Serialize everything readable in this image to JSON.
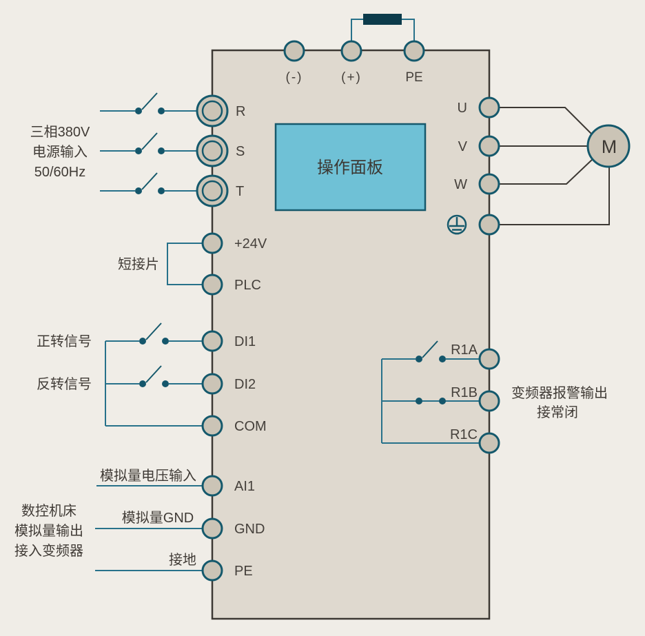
{
  "labels": {
    "power_input": {
      "line1": "三相380V",
      "line2": "电源输入",
      "line3": "50/60Hz"
    },
    "terminals_input": {
      "r": "R",
      "s": "S",
      "t": "T"
    },
    "terminals_dc": {
      "minus": "(-)",
      "plus": "(+)",
      "pe": "PE"
    },
    "panel": "操作面板",
    "jumper": "短接片",
    "terminals_control": {
      "p24v": "+24V",
      "plc": "PLC",
      "di1": "DI1",
      "di2": "DI2",
      "com": "COM"
    },
    "forward": "正转信号",
    "reverse": "反转信号",
    "terminals_analog": {
      "ai1": "AI1",
      "gnd": "GND",
      "pe": "PE"
    },
    "analog_ai1_note": "模拟量电压输入",
    "analog_gnd_note": "模拟量GND",
    "earth_note": "接地",
    "cnc_note": {
      "line1": "数控机床",
      "line2": "模拟量输出",
      "line3": "接入变频器"
    },
    "terminals_output": {
      "u": "U",
      "v": "V",
      "w": "W"
    },
    "motor": "M",
    "terminals_relay": {
      "r1a": "R1A",
      "r1b": "R1B",
      "r1c": "R1C"
    },
    "relay_note": {
      "line1": "变频器报警输出",
      "line2": "接常闭"
    }
  },
  "colors": {
    "page_bg": "#F0EDE7",
    "inverter_fill": "#DFD9CF",
    "outline_dark": "#3C3833",
    "teal_accent": "#15596C",
    "wire_teal": "#27718A",
    "terminal_fill": "#CBC4B6",
    "panel_fill": "#6FC1D6",
    "resistor_fill": "#0C3B4B",
    "text": "#45403B"
  }
}
